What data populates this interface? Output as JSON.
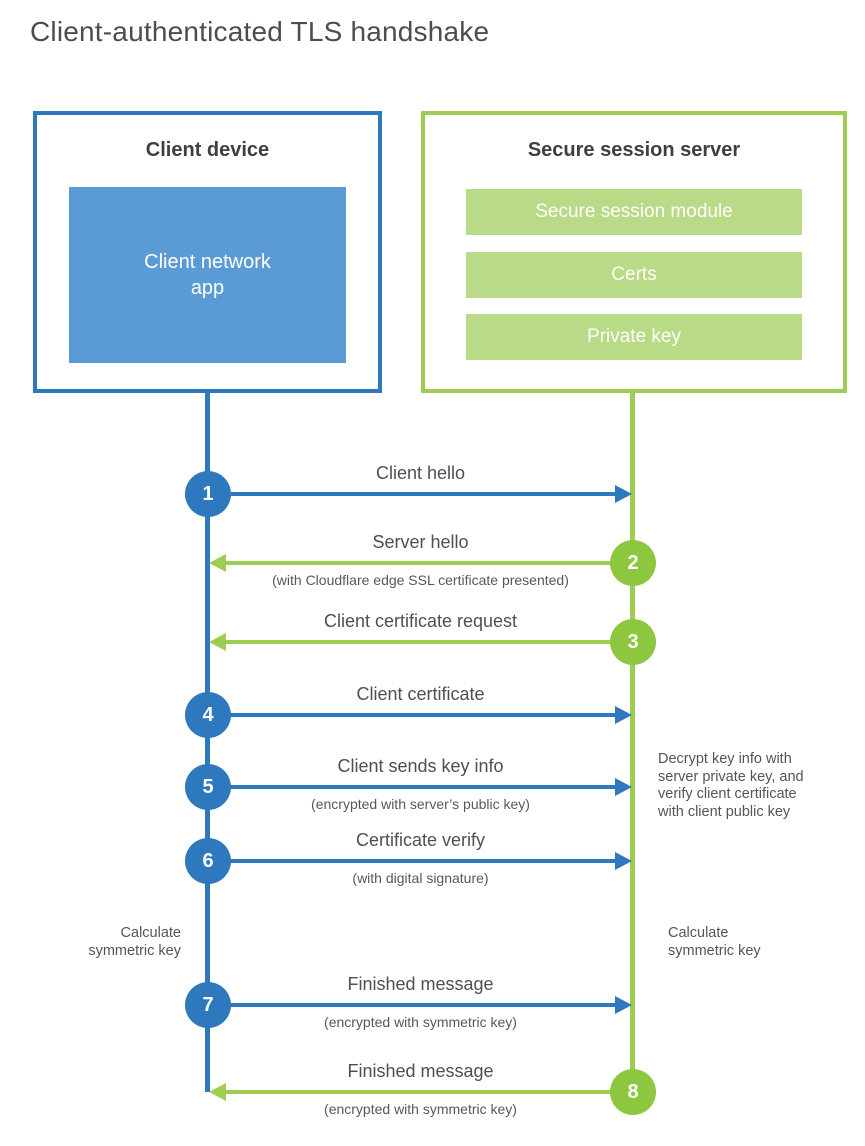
{
  "title": "Client-authenticated TLS handshake",
  "colors": {
    "blue_stroke": "#2e78be",
    "blue_fill": "#5b9bd5",
    "green_stroke": "#9dcd52",
    "green_circle": "#8dc63f",
    "green_fill": "#b9da86",
    "text": "#4f4f4f"
  },
  "client": {
    "title": "Client device",
    "app_label": "Client network\napp"
  },
  "server": {
    "title": "Secure session server",
    "modules": [
      "Secure session module",
      "Certs",
      "Private key"
    ]
  },
  "messages": [
    {
      "step": "1",
      "from": "client",
      "label": "Client hello",
      "sublabel": ""
    },
    {
      "step": "2",
      "from": "server",
      "label": "Server hello",
      "sublabel": "(with Cloudflare edge SSL certificate presented)"
    },
    {
      "step": "3",
      "from": "server",
      "label": "Client certificate request",
      "sublabel": ""
    },
    {
      "step": "4",
      "from": "client",
      "label": "Client certificate",
      "sublabel": ""
    },
    {
      "step": "5",
      "from": "client",
      "label": "Client sends key info",
      "sublabel": "(encrypted with server’s public key)"
    },
    {
      "step": "6",
      "from": "client",
      "label": "Certificate verify",
      "sublabel": "(with digital signature)"
    },
    {
      "step": "7",
      "from": "client",
      "label": "Finished message",
      "sublabel": "(encrypted with symmetric key)"
    },
    {
      "step": "8",
      "from": "server",
      "label": "Finished message",
      "sublabel": "(encrypted with symmetric key)"
    }
  ],
  "notes": {
    "decrypt": "Decrypt key info with\nserver private key, and\nverify client certificate\nwith client public key",
    "calc_left": "Calculate\nsymmetric key",
    "calc_right": "Calculate\nsymmetric key"
  }
}
